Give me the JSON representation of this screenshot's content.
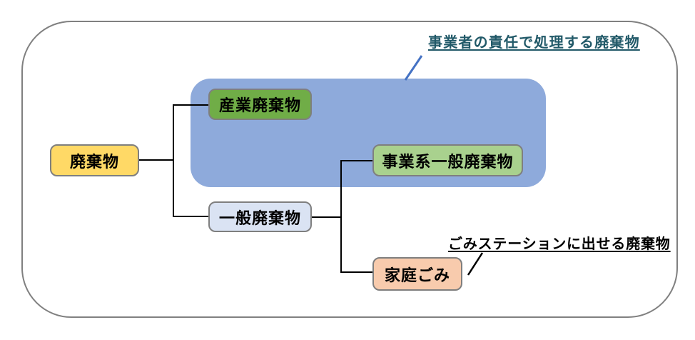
{
  "boxes": {
    "root": {
      "label": "廃棄物",
      "bg": "#FFD966"
    },
    "industrial": {
      "label": "産業廃棄物",
      "bg": "#70AD47"
    },
    "business_general": {
      "label": "事業系一般廃棄物",
      "bg": "#A9D18E"
    },
    "general": {
      "label": "一般廃棄物",
      "bg": "#DAE3F3"
    },
    "household": {
      "label": "家庭ごみ",
      "bg": "#F8CBAD"
    }
  },
  "annotations": {
    "business_responsibility": {
      "label": "事業者の責任で処理する廃棄物",
      "color": "#215968"
    },
    "garbage_station": {
      "label": "ごみステーションに出せる廃棄物",
      "color": "#000000"
    }
  },
  "colors": {
    "group_highlight": "#8EAADB",
    "outer_border": "#808080",
    "box_border": "#7F7F7F",
    "connector": "#000000",
    "callout_blue": "#4472C4"
  }
}
